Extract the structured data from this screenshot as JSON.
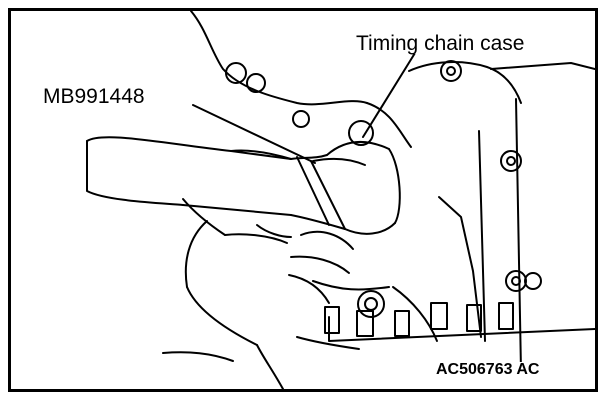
{
  "labels": {
    "timing_chain_case": "Timing chain case",
    "special_tool": "MB991448",
    "figure_code": "AC506763 AC"
  }
}
